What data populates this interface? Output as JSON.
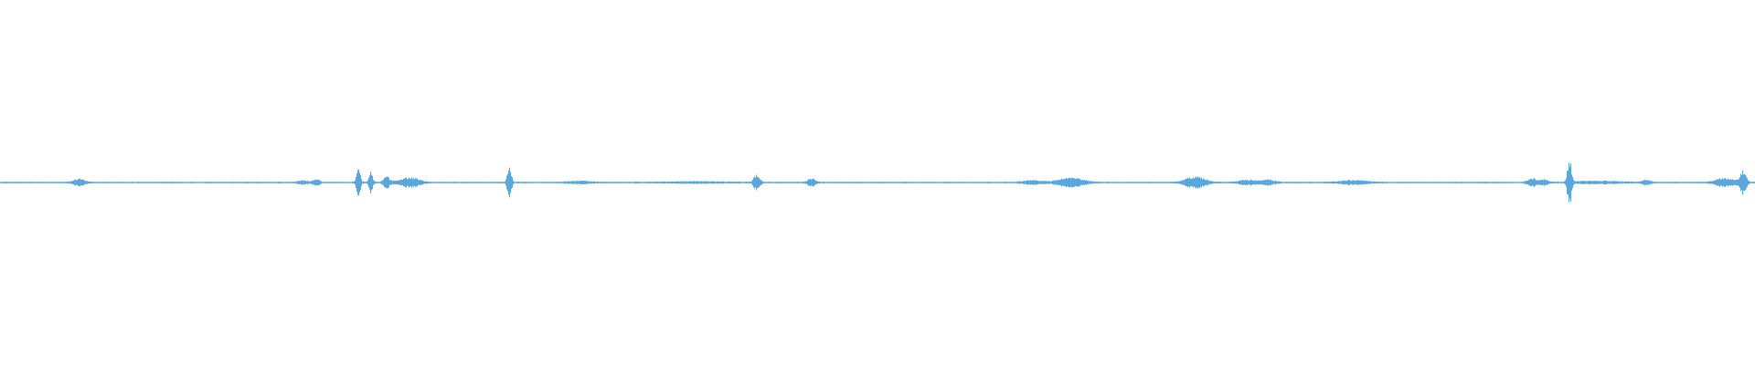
{
  "waveform": {
    "color": "#5ba7dd",
    "background": "#ffffff",
    "peak_amplitude": 1.0,
    "bursts": [
      {
        "t": 0.045,
        "w": 0.006,
        "a": 0.12
      },
      {
        "t": 0.172,
        "w": 0.006,
        "a": 0.06
      },
      {
        "t": 0.18,
        "w": 0.003,
        "a": 0.14
      },
      {
        "t": 0.204,
        "w": 0.002,
        "a": 0.55
      },
      {
        "t": 0.211,
        "w": 0.002,
        "a": 0.38
      },
      {
        "t": 0.22,
        "w": 0.003,
        "a": 0.22
      },
      {
        "t": 0.233,
        "w": 0.01,
        "a": 0.18
      },
      {
        "t": 0.29,
        "w": 0.002,
        "a": 0.75
      },
      {
        "t": 0.33,
        "w": 0.012,
        "a": 0.05
      },
      {
        "t": 0.395,
        "w": 0.03,
        "a": 0.03
      },
      {
        "t": 0.431,
        "w": 0.003,
        "a": 0.32
      },
      {
        "t": 0.462,
        "w": 0.004,
        "a": 0.15
      },
      {
        "t": 0.588,
        "w": 0.01,
        "a": 0.07
      },
      {
        "t": 0.61,
        "w": 0.012,
        "a": 0.2
      },
      {
        "t": 0.681,
        "w": 0.01,
        "a": 0.22
      },
      {
        "t": 0.71,
        "w": 0.008,
        "a": 0.09
      },
      {
        "t": 0.722,
        "w": 0.008,
        "a": 0.1
      },
      {
        "t": 0.771,
        "w": 0.014,
        "a": 0.08
      },
      {
        "t": 0.873,
        "w": 0.005,
        "a": 0.15
      },
      {
        "t": 0.88,
        "w": 0.004,
        "a": 0.1
      },
      {
        "t": 0.894,
        "w": 0.002,
        "a": 0.95
      },
      {
        "t": 0.91,
        "w": 0.025,
        "a": 0.05
      },
      {
        "t": 0.938,
        "w": 0.004,
        "a": 0.09
      },
      {
        "t": 0.983,
        "w": 0.01,
        "a": 0.16
      },
      {
        "t": 0.993,
        "w": 0.003,
        "a": 0.45
      }
    ]
  }
}
